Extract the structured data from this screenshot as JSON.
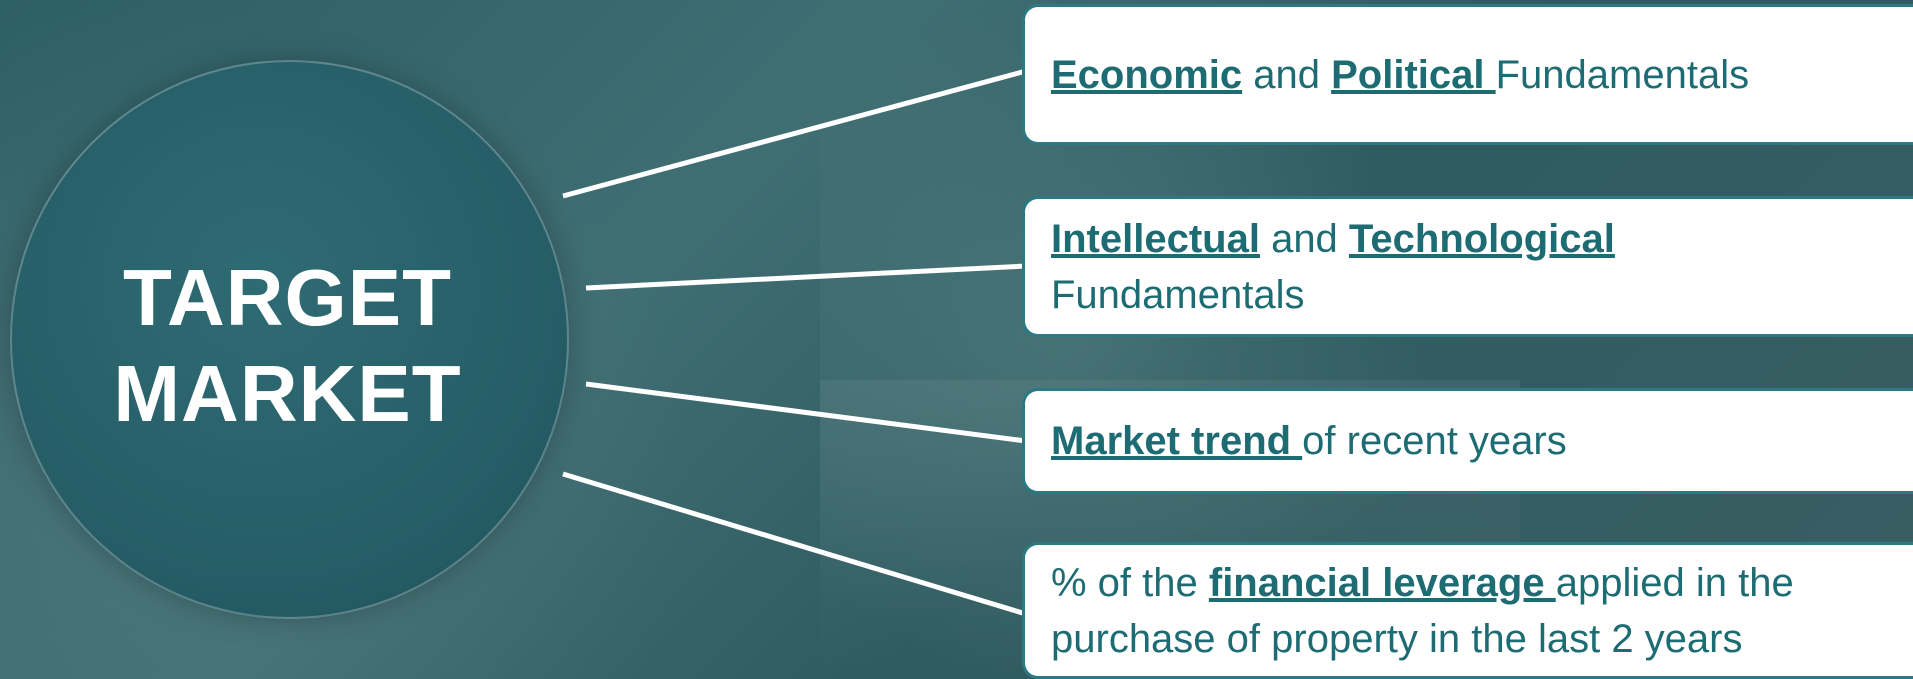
{
  "center": {
    "line1": "TARGET",
    "line2": "MARKET"
  },
  "boxes": [
    {
      "a_em": "Economic",
      "b": " and ",
      "c_em": "Political ",
      "d": "Fundamentals"
    },
    {
      "a_em": "Intellectual",
      "b": " and ",
      "c_em": "Technological",
      "d": "Fundamentals"
    },
    {
      "a_em": "Market trend ",
      "b": "of recent years"
    },
    {
      "a": "% of the ",
      "b_em": "financial leverage ",
      "c": "applied in the",
      "d": "purchase of property in the last 2 years"
    }
  ],
  "colors": {
    "circle": "#265d66",
    "text_teal": "#1e6c73",
    "box_border": "#2b7a82",
    "background": "#3a6569"
  }
}
